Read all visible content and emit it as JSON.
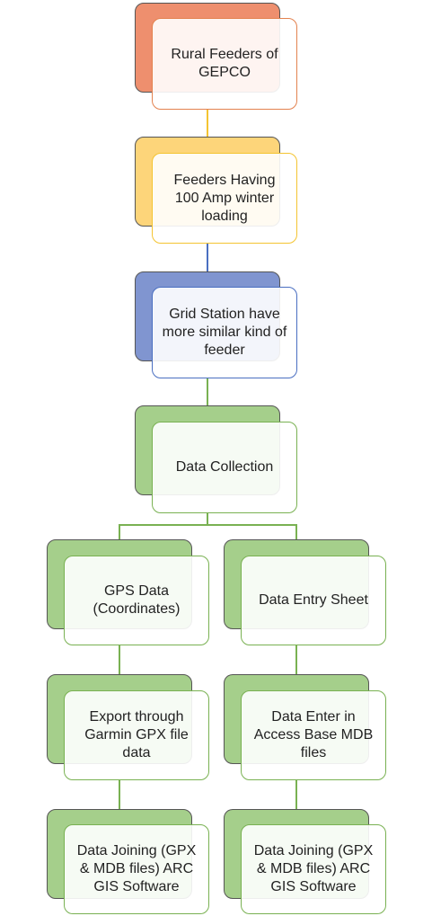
{
  "nodes": {
    "n1": {
      "text": "Rural Feeders of GEPCO"
    },
    "n2": {
      "text": "Feeders Having 100 Amp winter loading"
    },
    "n3": {
      "text": "Grid Station have more similar kind of feeder"
    },
    "n4": {
      "text": "Data Collection"
    },
    "n5": {
      "text": "GPS Data (Coordinates)"
    },
    "n6": {
      "text": "Data Entry Sheet"
    },
    "n7": {
      "text": "Export through Garmin GPX file data"
    },
    "n8": {
      "text": "Data Enter in Access Base MDB files"
    },
    "n9": {
      "text": "Data Joining (GPX & MDB files) ARC GIS Software"
    },
    "n10": {
      "text": "Data Joining (GPX & MDB files) ARC GIS Software"
    }
  },
  "colors": {
    "orange_fill": "#ee8f6e",
    "orange_border": "#e3824f",
    "yellow_fill": "#fdd57a",
    "yellow_border": "#f4c431",
    "blue_fill": "#8095d0",
    "blue_border": "#4a6fc1",
    "green_fill": "#a5cf8b",
    "green_border": "#79b152"
  }
}
